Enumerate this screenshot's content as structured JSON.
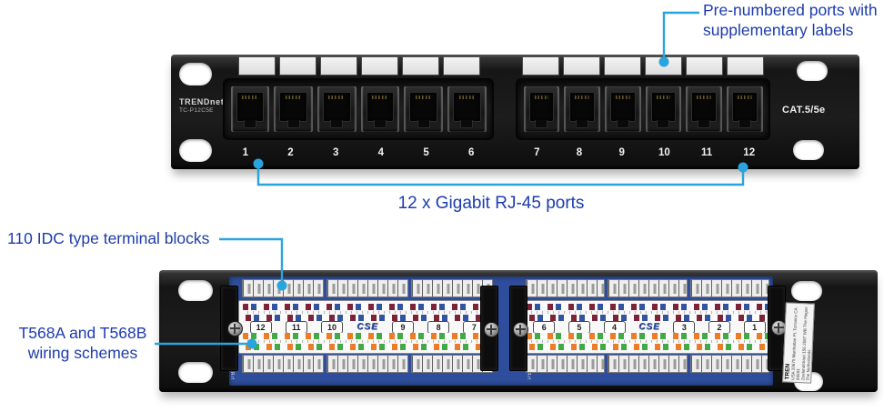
{
  "callouts": {
    "pre_numbered_line1": "Pre-numbered ports with",
    "pre_numbered_line2": "supplementary labels",
    "gigabit_ports": "12 x Gigabit RJ-45 ports",
    "idc_blocks": "110 IDC type terminal blocks",
    "wiring_line1": "T568A and T568B",
    "wiring_line2": "wiring schemes"
  },
  "front_panel": {
    "brand": "TRENDnet",
    "model": "TC-P12C5E",
    "category_label": "CAT.5/5e",
    "port_numbers": [
      "1",
      "2",
      "3",
      "4",
      "5",
      "6",
      "7",
      "8",
      "9",
      "10",
      "11",
      "12"
    ]
  },
  "back_panel": {
    "left_block_numbers": [
      "12",
      "11",
      "10",
      "9",
      "8",
      "7"
    ],
    "right_block_numbers": [
      "6",
      "5",
      "4",
      "3",
      "2",
      "1"
    ],
    "block_logo": "CSE",
    "pcb_label_top": "S",
    "pcb_label_bottom": "PBT-",
    "sticker_brand": "TREN",
    "sticker_line1": "USA 20675 Manhattan Pl. Torrance CA 90501",
    "sticker_line2": "Zeelandstraat 156 2587 WB The Hague The Netherlands"
  },
  "colors": {
    "callout_text": "#1d3cac",
    "callout_line": "#29a4dd",
    "pcb_blue": "#2e4d9c",
    "wire_maroon": "#7c2338",
    "wire_blue": "#32539f",
    "wire_orange": "#ee7c26",
    "wire_green": "#42a946"
  }
}
